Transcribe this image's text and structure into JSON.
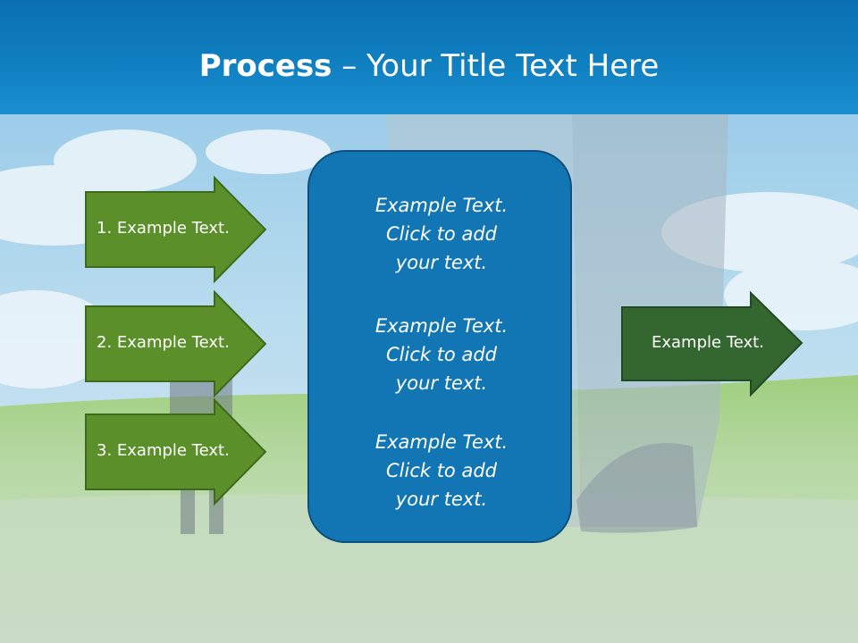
{
  "slide": {
    "title_bold": "Process",
    "title_rest": " – Your Title Text Here"
  },
  "left_arrows": [
    {
      "label": "1. Example Text."
    },
    {
      "label": "2. Example Text."
    },
    {
      "label": "3. Example Text."
    }
  ],
  "center_box": {
    "blocks": [
      {
        "lines": [
          "Example Text.",
          "Click  to add",
          "your text."
        ]
      },
      {
        "lines": [
          "Example Text.",
          "Click  to add",
          "your text."
        ]
      },
      {
        "lines": [
          "Example Text.",
          "Click  to add",
          "your text."
        ]
      }
    ]
  },
  "right_arrow": {
    "label": "Example Text."
  },
  "colors": {
    "header": "#0f7fc0",
    "left_arrow_fill": "#5b8f2a",
    "right_arrow_fill": "#346630",
    "center_box_fill": "#1276b4"
  }
}
